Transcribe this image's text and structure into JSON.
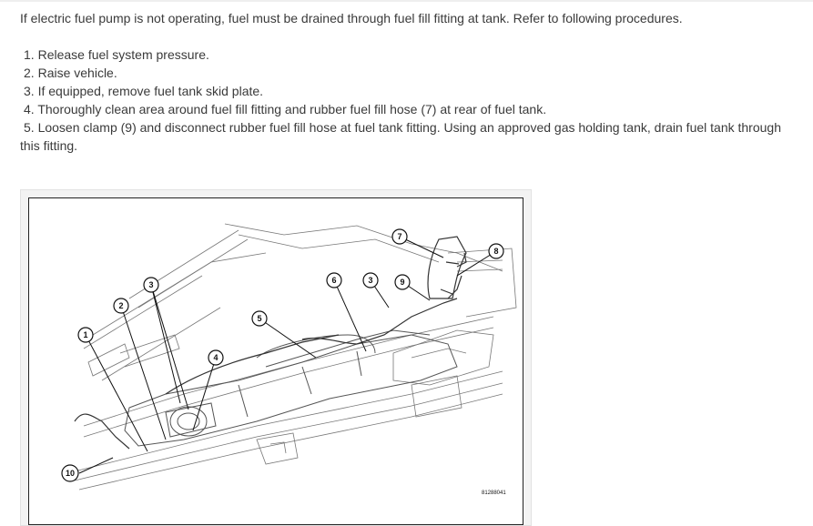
{
  "document": {
    "intro": "If electric fuel pump is not operating, fuel must be drained through fuel fill fitting at tank. Refer to following procedures.",
    "steps": [
      {
        "number": "1.",
        "text": "Release fuel system pressure."
      },
      {
        "number": "2.",
        "text": "Raise vehicle."
      },
      {
        "number": "3.",
        "text": "If equipped, remove fuel tank skid plate."
      },
      {
        "number": "4.",
        "text": "Thoroughly clean area around fuel fill fitting and rubber fuel fill hose (7) at rear of fuel tank."
      },
      {
        "number": "5.",
        "text": "Loosen clamp (9) and disconnect rubber fuel fill hose at fuel tank fitting. Using an approved gas holding tank, drain fuel tank through this fitting."
      }
    ]
  },
  "figure": {
    "callouts": [
      "1",
      "2",
      "3",
      "4",
      "5",
      "6",
      "3",
      "9",
      "7",
      "8",
      "10"
    ],
    "figure_id": "81288041"
  }
}
